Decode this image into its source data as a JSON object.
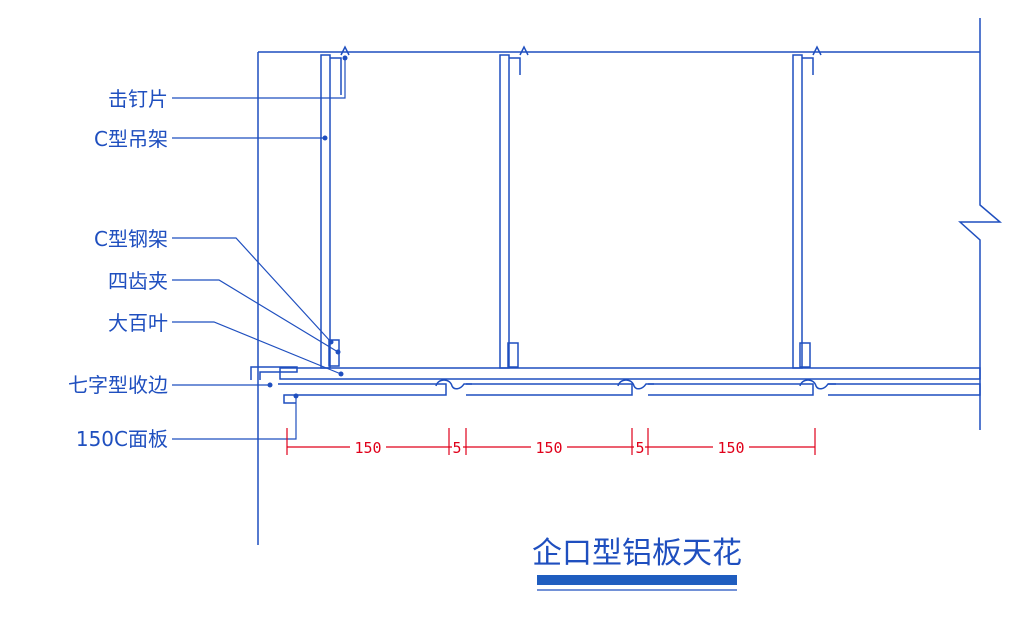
{
  "colors": {
    "line": "#1f4fbf",
    "dimension": "#e0001a",
    "title_bar": "#1f5dbf"
  },
  "labels": [
    {
      "key": "nail",
      "text": "击钉片"
    },
    {
      "key": "c_hanger",
      "text": "C型吊架"
    },
    {
      "key": "c_steel",
      "text": "C型钢架"
    },
    {
      "key": "clip",
      "text": "四齿夹"
    },
    {
      "key": "louver",
      "text": "大百叶"
    },
    {
      "key": "edge_trim",
      "text": "七字型收边"
    },
    {
      "key": "panel",
      "text": "150C面板"
    }
  ],
  "dimensions": [
    "150",
    "5",
    "150",
    "5",
    "150"
  ],
  "title": "企口型铝板天花"
}
